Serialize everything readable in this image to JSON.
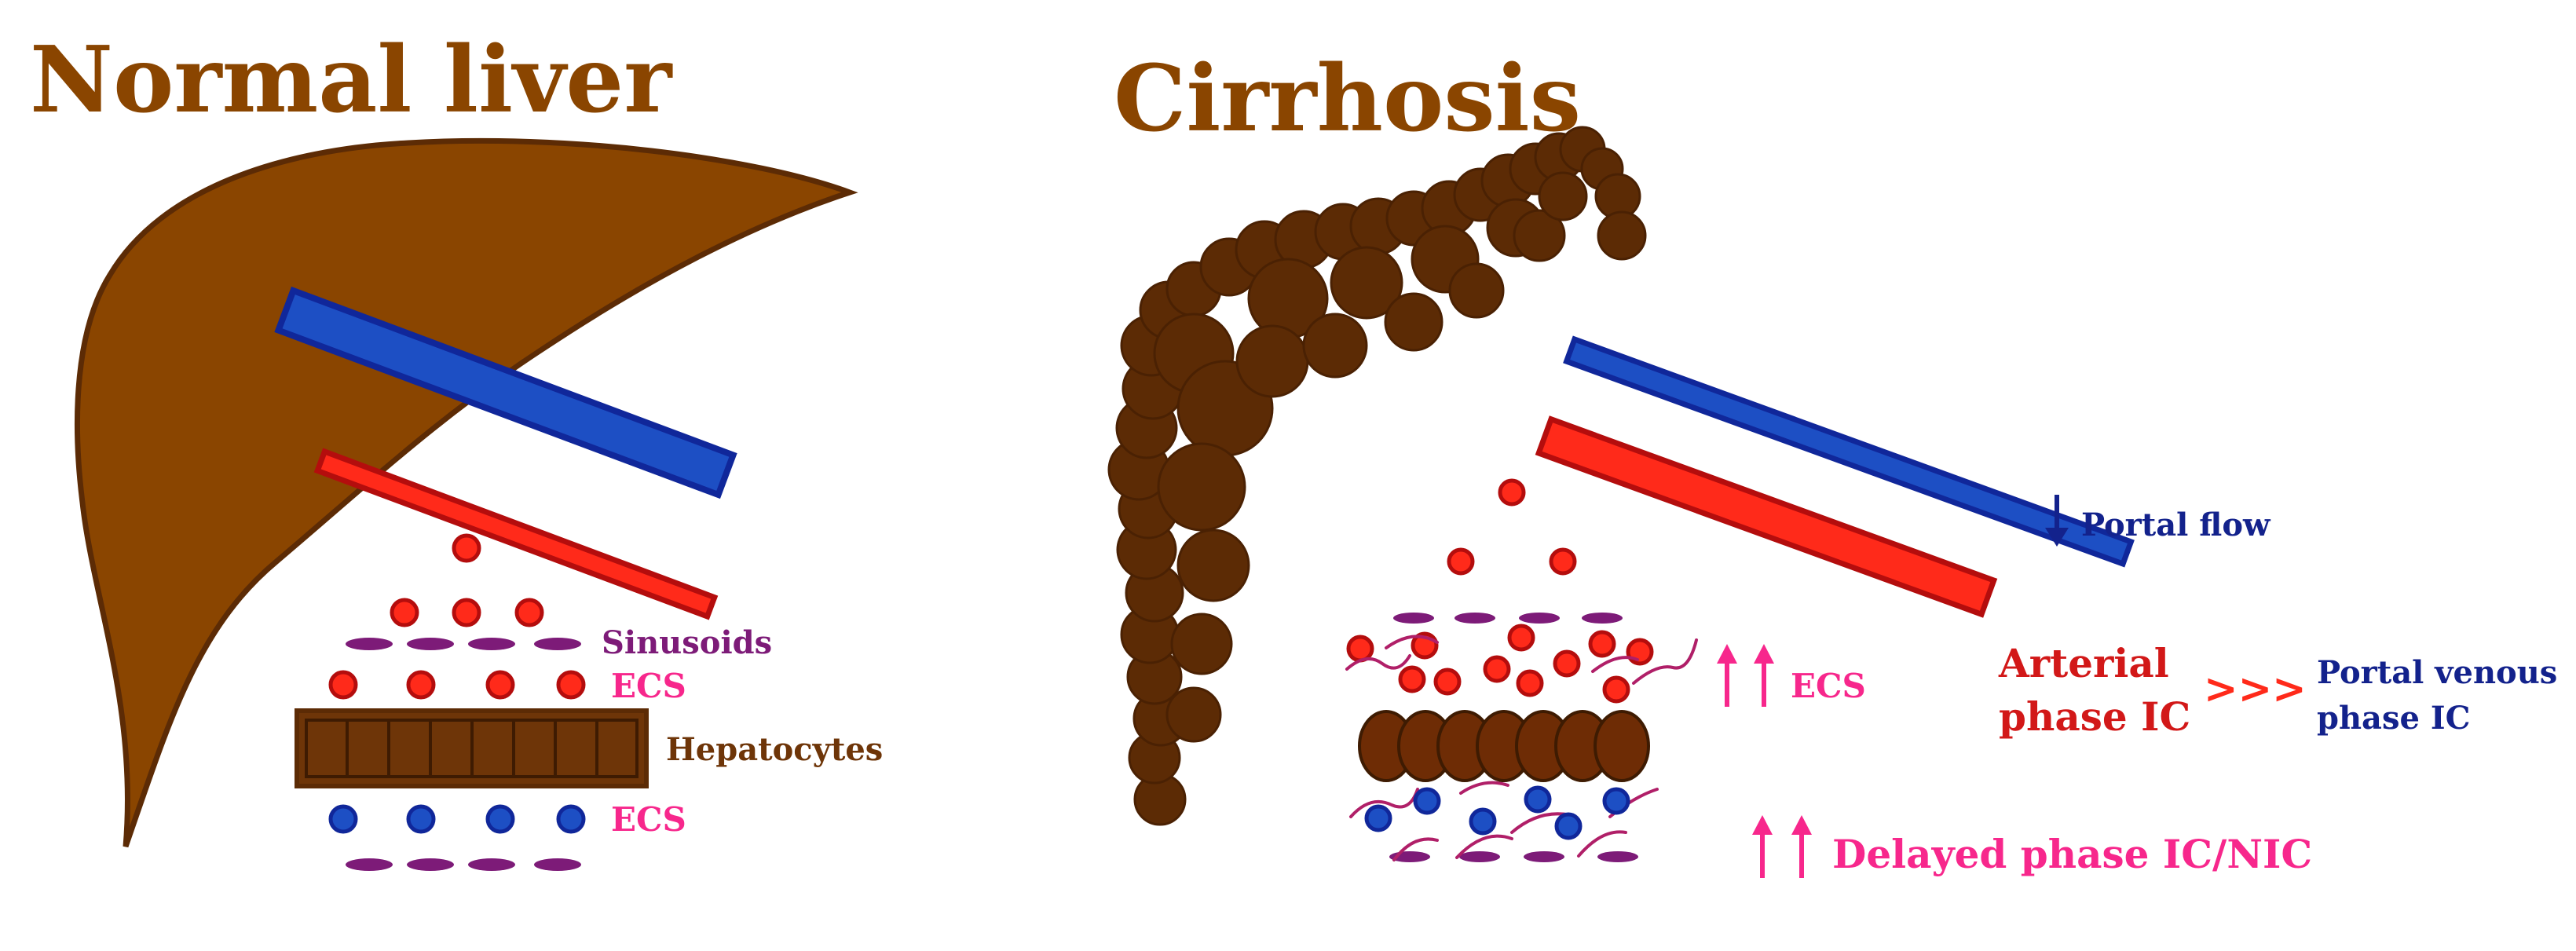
{
  "colors": {
    "brown": "#8a4500",
    "dark_brown": "#5c2b05",
    "hepatocyte_brown": "#6e3508",
    "blue": "#1d4fc4",
    "blue_dark": "#10279a",
    "red": "#ff2a1a",
    "red_dark": "#b40d0d",
    "purple": "#7d1b78",
    "pink": "#f7278c",
    "navy": "#13228c",
    "crimson": "#d21818"
  },
  "left": {
    "title": "Normal liver",
    "label_sinusoids": "Sinusoids",
    "label_ecs_top": "ECS",
    "label_hepatocytes": "Hepatocytes",
    "label_ecs_bottom": "ECS"
  },
  "right": {
    "title": "Cirrhosis",
    "label_portal_flow": "Portal flow",
    "label_ecs": "ECS",
    "label_arterial_line1": "Arterial",
    "label_arterial_line2": "phase IC",
    "label_comparator": ">>>",
    "label_portal_venous_line1": "Portal venous",
    "label_portal_venous_line2": "phase IC",
    "label_delayed": "Delayed phase IC/NIC"
  }
}
